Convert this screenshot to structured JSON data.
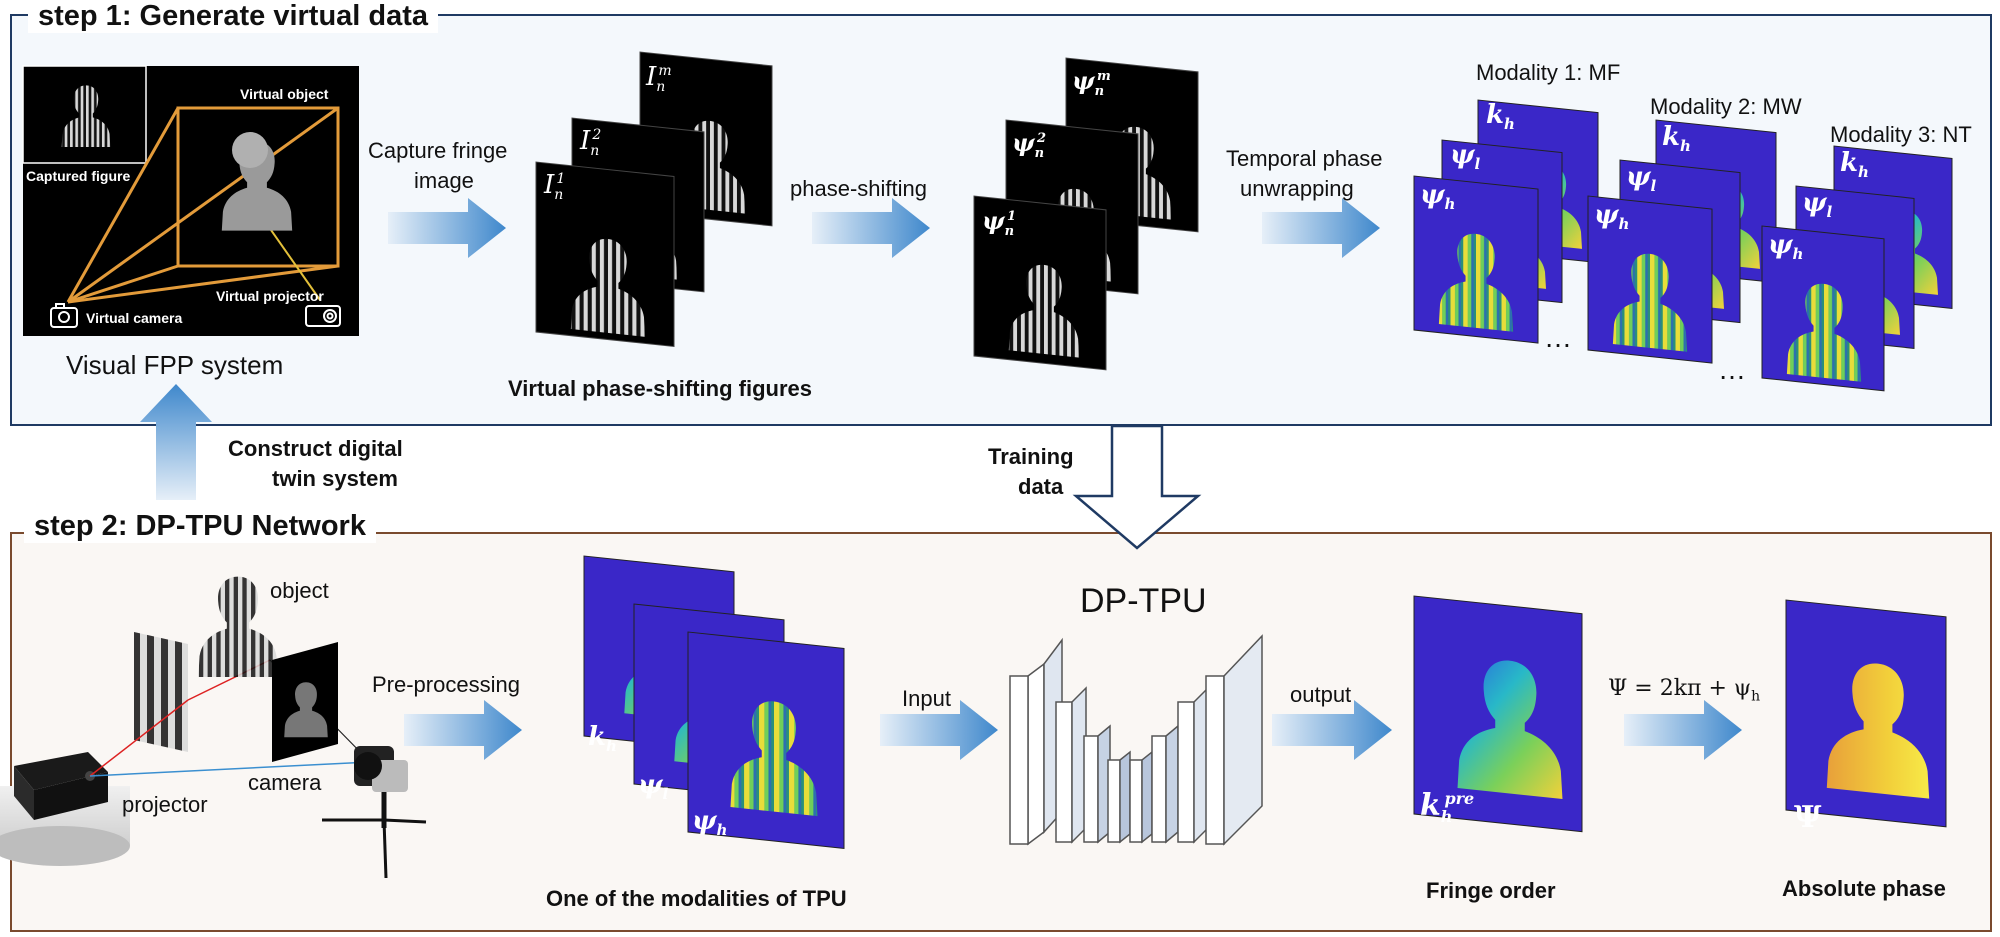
{
  "step1": {
    "title": "step 1: Generate virtual data",
    "fpp": {
      "caption": "Visual FPP system",
      "captured_figure": "Captured figure",
      "virtual_object": "Virtual object",
      "virtual_projector": "Virtual projector",
      "virtual_camera": "Virtual camera"
    },
    "capture_label_line1": "Capture fringe",
    "capture_label_line2": "image",
    "phase_shift_label": "phase-shifting",
    "tpu_label_line1": "Temporal phase",
    "tpu_label_line2": "unwrapping",
    "virtual_figures_caption": "Virtual phase-shifting figures",
    "intensity_labels": [
      "I",
      "I",
      "I"
    ],
    "intensity_sub": [
      "n",
      "n",
      "n"
    ],
    "intensity_sup": [
      "1",
      "2",
      "m"
    ],
    "psi_labels": [
      "ψ",
      "ψ",
      "ψ"
    ],
    "psi_sub": [
      "n",
      "n",
      "n"
    ],
    "psi_sup": [
      "1",
      "2",
      "m"
    ],
    "modalities": [
      "Modality 1: MF",
      "Modality 2: MW",
      "Modality 3: NT"
    ],
    "modality_layers": [
      "k",
      "ψ",
      "ψ"
    ],
    "modality_layer_subs": [
      "h",
      "l",
      "h"
    ],
    "ellipsis": "…"
  },
  "middle": {
    "construct_line1": "Construct digital",
    "construct_line2": "twin system",
    "training_line1": "Training",
    "training_line2": "data"
  },
  "step2": {
    "title": "step 2: DP-TPU Network",
    "object": "object",
    "projector": "projector",
    "camera": "camera",
    "preprocessing": "Pre-processing",
    "input": "Input",
    "network": "DP-TPU",
    "output": "output",
    "modalities_caption": "One of the  modalities of TPU",
    "fringe_order_caption": "Fringe order",
    "absolute_phase_caption": "Absolute phase",
    "equation": "Ψ = 2kπ + ψ",
    "equation_sub": "h",
    "input_layers": [
      "k",
      "ψ",
      "ψ"
    ],
    "input_layer_subs": [
      "h",
      "l",
      "h"
    ],
    "fringe_label": "k",
    "fringe_label_sub": "h",
    "fringe_label_sup": "pre",
    "abs_label": "Ψ"
  },
  "colors": {
    "panel1_border": "#1f3a63",
    "panel2_border": "#7a4a2e",
    "arrow_light": "#dbe9f6",
    "arrow_dark": "#4a8fcf",
    "map_blue": "#3a27c8",
    "fpp_frame": "#e39b3a"
  }
}
